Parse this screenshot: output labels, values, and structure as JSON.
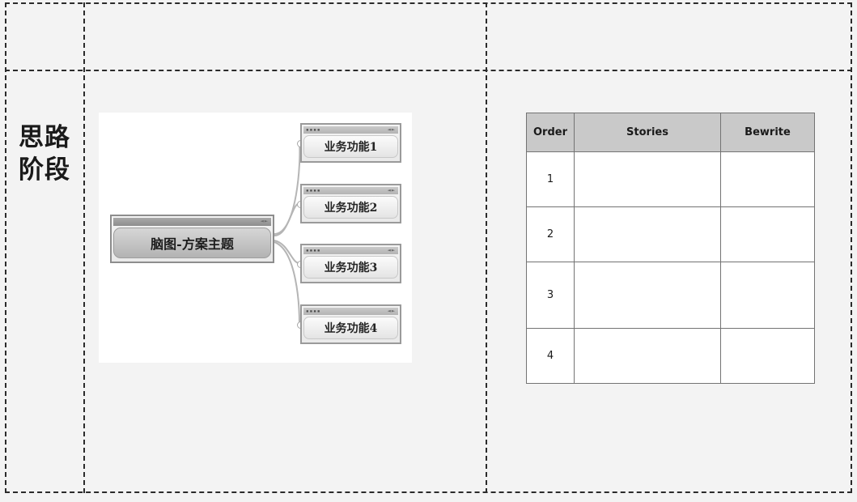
{
  "grid": {
    "stage_label": "思路\n阶段",
    "stage_label_line1": "思路",
    "stage_label_line2": "阶段"
  },
  "mindmap": {
    "central": {
      "text": "脑图-方案主题",
      "titlebar_right": "◄►"
    },
    "branches": [
      {
        "text": "业务功能1",
        "titlebar_left": "▪▪▪▪",
        "titlebar_right": "◄►"
      },
      {
        "text": "业务功能2",
        "titlebar_left": "▪▪▪▪",
        "titlebar_right": "◄►"
      },
      {
        "text": "业务功能3",
        "titlebar_left": "▪▪▪▪",
        "titlebar_right": "◄►"
      },
      {
        "text": "业务功能4",
        "titlebar_left": "▪▪▪▪",
        "titlebar_right": "◄►"
      }
    ]
  },
  "table": {
    "headers": [
      "Order",
      "Stories",
      "Bewrite"
    ],
    "rows": [
      {
        "order": "1",
        "stories": "",
        "bewrite": ""
      },
      {
        "order": "2",
        "stories": "",
        "bewrite": ""
      },
      {
        "order": "3",
        "stories": "",
        "bewrite": ""
      },
      {
        "order": "4",
        "stories": "",
        "bewrite": ""
      }
    ]
  },
  "colors": {
    "background": "#f2f2f2",
    "dash_border": "#2b2b2b",
    "table_header_bg": "#c9c9c9",
    "table_border": "#737373",
    "panel_bg": "#ffffff"
  }
}
